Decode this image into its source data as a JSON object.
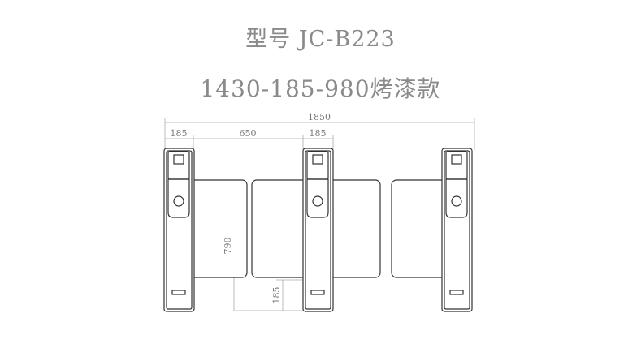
{
  "header": {
    "model": "型号 JC-B223",
    "spec": "1430-185-980烤漆款"
  },
  "dimensions": {
    "overall_width": "1850",
    "post_width_left": "185",
    "passage_width": "650",
    "post_width_middle": "185",
    "gate_height": "790",
    "bottom_clearance": "185"
  },
  "colors": {
    "line": "#333333",
    "dimension": "#999999",
    "title": "#8a8a8a"
  }
}
